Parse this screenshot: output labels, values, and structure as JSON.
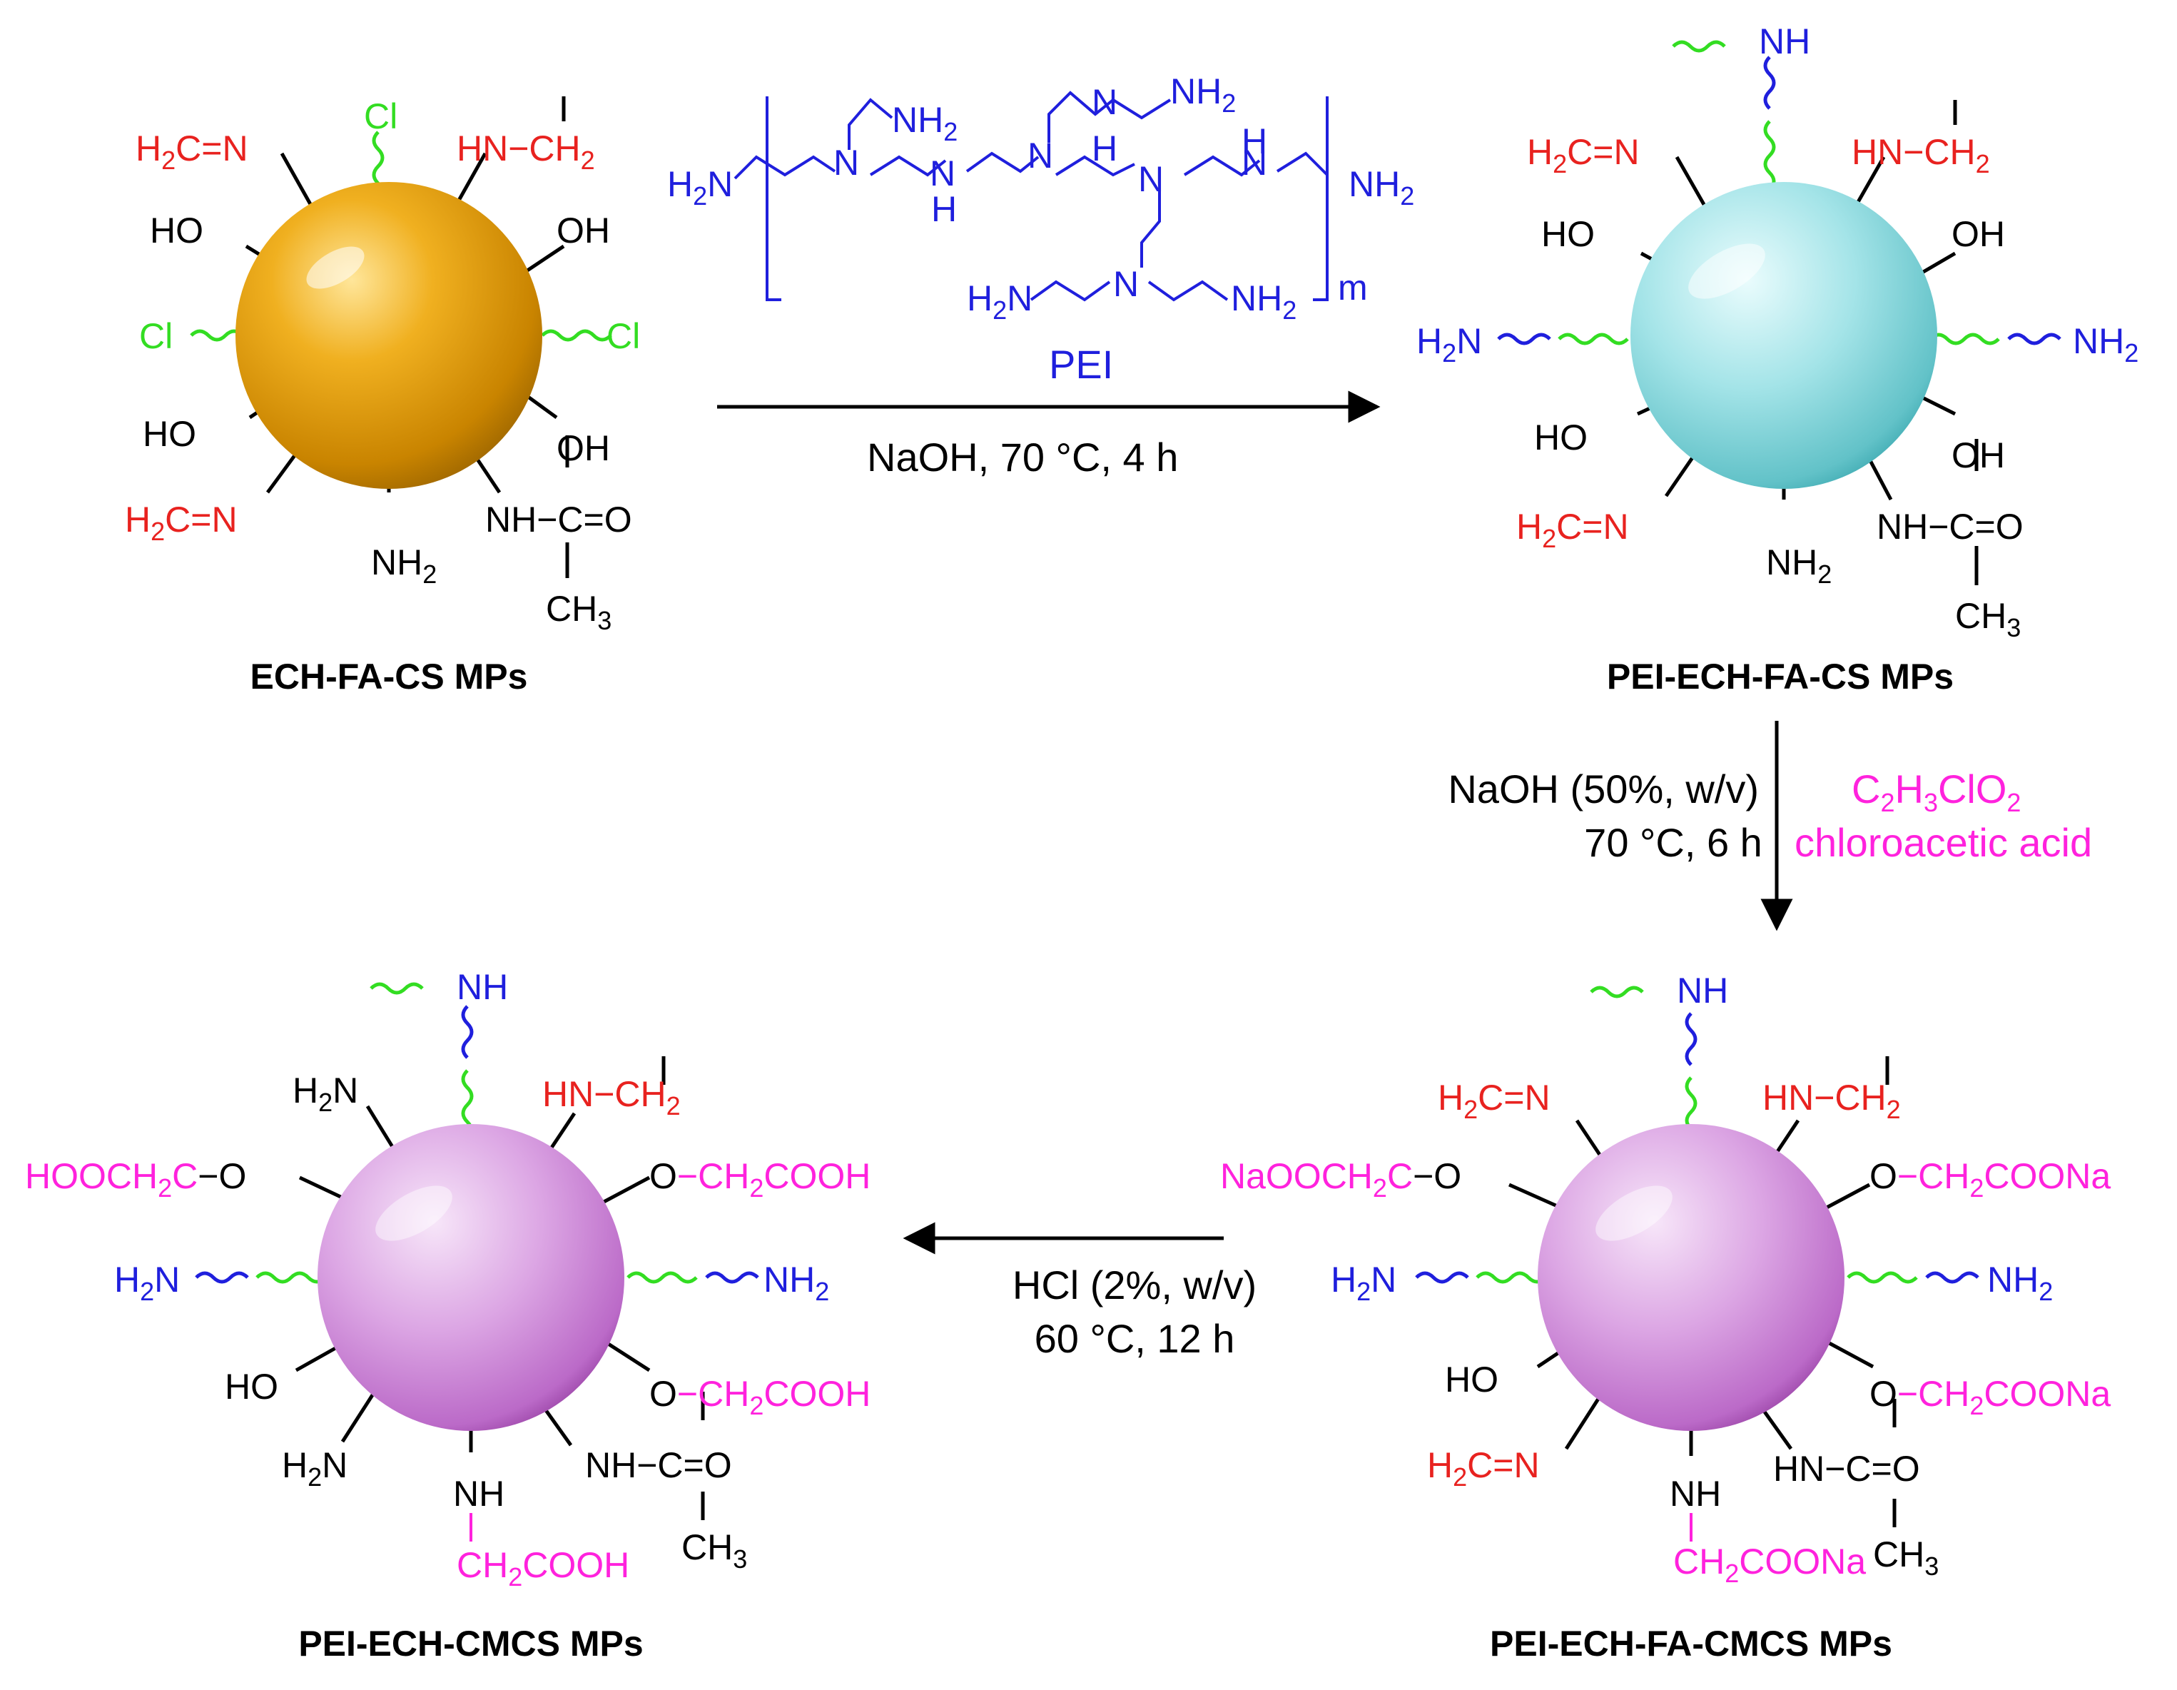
{
  "colors": {
    "bond": "#000000",
    "schiff": "#e8221f",
    "ech": "#33dd22",
    "pei": "#1f1fdd",
    "carboxyl": "#ff22dd",
    "sphere_gold": "#e39a10",
    "sphere_cyan": "#7fd4da",
    "sphere_violet": "#c26ad0"
  },
  "particles": {
    "p1": {
      "title": "ECH-FA-CS MPs",
      "h2c_n_top": "H2C=N",
      "cl_top": "Cl",
      "hn_ch2": "HN−CH2",
      "ho_left": "HO",
      "oh_right": "OH",
      "cl_left": "Cl",
      "cl_right": "Cl",
      "ho_left2": "HO",
      "oh_right2": "OH",
      "h2c_n_bottom": "H2C=N",
      "nh2_bottom": "NH2",
      "nh_co": "NH−C=O",
      "ch3": "CH3"
    },
    "p2": {
      "title": "PEI-ECH-FA-CS MPs",
      "nh_top": "NH",
      "h2c_n_top": "H2C=N",
      "hn_ch2": "HN−CH2",
      "ho_left": "HO",
      "oh_right": "OH",
      "h2n_left": "H2N",
      "nh2_right": "NH2",
      "ho_left2": "HO",
      "oh_right2": "OH",
      "h2c_n_bottom": "H2C=N",
      "nh2_bottom": "NH2",
      "nh_co": "NH−C=O",
      "ch3": "CH3"
    },
    "p3": {
      "title": "PEI-ECH-FA-CMCS MPs",
      "nh_top": "NH",
      "h2c_n_top": "H2C=N",
      "hn_ch2": "HN−CH2",
      "naooc_left": "NaOOCH2C−O",
      "o_coona_right": "O−CH2COONa",
      "h2n_left": "H2N",
      "nh2_right": "NH2",
      "ho_left": "HO",
      "o_coona_right2": "O−CH2COONa",
      "h2c_n_bottom": "H2C=N",
      "nh_bottom": "NH",
      "ch2coona": "CH2COONa",
      "hn_co": "HN−C=O",
      "ch3": "CH3"
    },
    "p4": {
      "title": "PEI-ECH-CMCS MPs",
      "nh_top": "NH",
      "h2n_top": "H2N",
      "hn_ch2": "HN−CH2",
      "hooc_left": "HOOCH2C−O",
      "o_cooh_right": "O−CH2COOH",
      "h2n_left": "H2N",
      "nh2_right": "NH2",
      "ho_left": "HO",
      "o_cooh_right2": "O−CH2COOH",
      "h2n_bottom_left": "H2N",
      "nh_bottom": "NH",
      "ch2cooh": "CH2COOH",
      "nh_co": "NH−C=O",
      "ch3": "CH3"
    }
  },
  "pei": {
    "name": "PEI",
    "repeat": "m",
    "h2n_start": "H2N",
    "nh2_end": "NH2",
    "n1": "N",
    "nh2_branch1": "NH2",
    "nh1": "N",
    "h1": "H",
    "n2": "N",
    "nh2_branch2": "NH2",
    "h2": "H",
    "n3": "N",
    "nh3": "N",
    "h3": "H",
    "h2n_lower": "H2N",
    "n_lower": "N",
    "nh2_lower": "NH2"
  },
  "steps": {
    "step1": {
      "conditions": "NaOH, 70 °C, 4 h"
    },
    "step2": {
      "conditions_line1": "NaOH (50%, w/v)",
      "conditions_line2": "70 °C, 6 h",
      "reagent_formula": "C2H3ClO2",
      "reagent_name": "chloroacetic acid"
    },
    "step3": {
      "conditions_line1": "HCl (2%, w/v)",
      "conditions_line2": "60 °C, 12 h"
    }
  }
}
